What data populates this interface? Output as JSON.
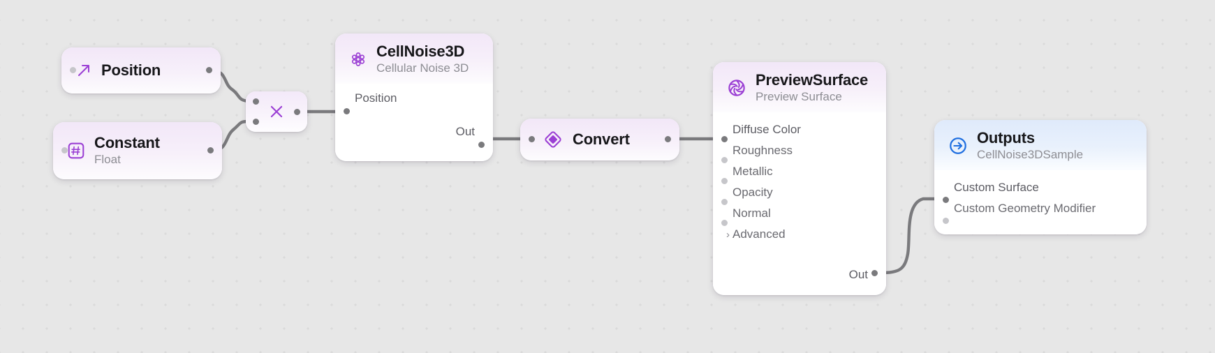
{
  "canvas": {
    "background_color": "#e7e7e7",
    "grid_dot_color": "#dadada",
    "wire_color": "#7a7a7d",
    "accent_purple": "#9b3fd4",
    "accent_blue": "#1f6fe0"
  },
  "nodes": {
    "position": {
      "title": "Position",
      "icon": "diagonal-arrow-icon",
      "ports": {
        "in_label": "",
        "out_label": ""
      }
    },
    "constant": {
      "title": "Constant",
      "subtitle": "Float",
      "icon": "hash-square-icon"
    },
    "multiply": {
      "title": "Multiply",
      "icon": "multiply-x-icon",
      "symbol": "✕"
    },
    "cellnoise3d": {
      "title": "CellNoise3D",
      "subtitle": "Cellular Noise 3D",
      "icon": "cell-cluster-icon",
      "inputs": [
        {
          "label": "Position",
          "connected": true
        }
      ],
      "outputs": [
        {
          "label": "Out",
          "connected": true
        }
      ]
    },
    "convert": {
      "title": "Convert",
      "icon": "diamond-icon"
    },
    "preview_surface": {
      "title": "PreviewSurface",
      "subtitle": "Preview Surface",
      "icon": "aperture-icon",
      "inputs": [
        {
          "label": "Diffuse Color",
          "connected": true
        },
        {
          "label": "Roughness",
          "connected": false
        },
        {
          "label": "Metallic",
          "connected": false
        },
        {
          "label": "Opacity",
          "connected": false
        },
        {
          "label": "Normal",
          "connected": false
        }
      ],
      "advanced": {
        "label": "Advanced",
        "expander": "›"
      },
      "outputs": [
        {
          "label": "Out",
          "connected": true
        }
      ]
    },
    "outputs": {
      "title": "Outputs",
      "subtitle": "CellNoise3DSample",
      "icon": "arrow-right-circle-icon",
      "inputs": [
        {
          "label": "Custom Surface",
          "connected": true
        },
        {
          "label": "Custom Geometry Modifier",
          "connected": false
        }
      ]
    }
  }
}
